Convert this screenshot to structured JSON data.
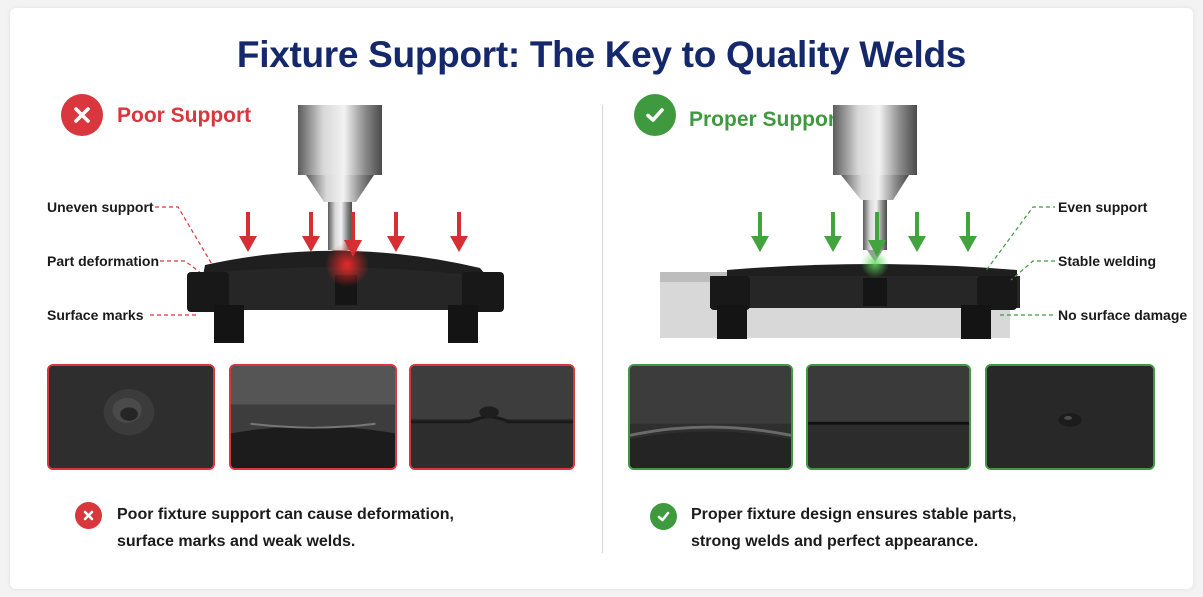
{
  "title": "Fixture Support: The Key to Quality Welds",
  "colors": {
    "title": "#14286b",
    "bad": "#d9363e",
    "good": "#3f9a3f"
  },
  "poor": {
    "heading": "Poor Support",
    "icon": "x-circle-icon",
    "labels": [
      "Uneven support",
      "Part deformation",
      "Surface marks"
    ],
    "note_line1": "Poor fixture support can cause deformation,",
    "note_line2": "surface marks and weak welds."
  },
  "proper": {
    "heading": "Proper Support",
    "icon": "check-circle-icon",
    "labels": [
      "Even support",
      "Stable welding",
      "No surface damage"
    ],
    "note_line1": "Proper fixture design ensures stable parts,",
    "note_line2": "strong welds and perfect appearance."
  }
}
